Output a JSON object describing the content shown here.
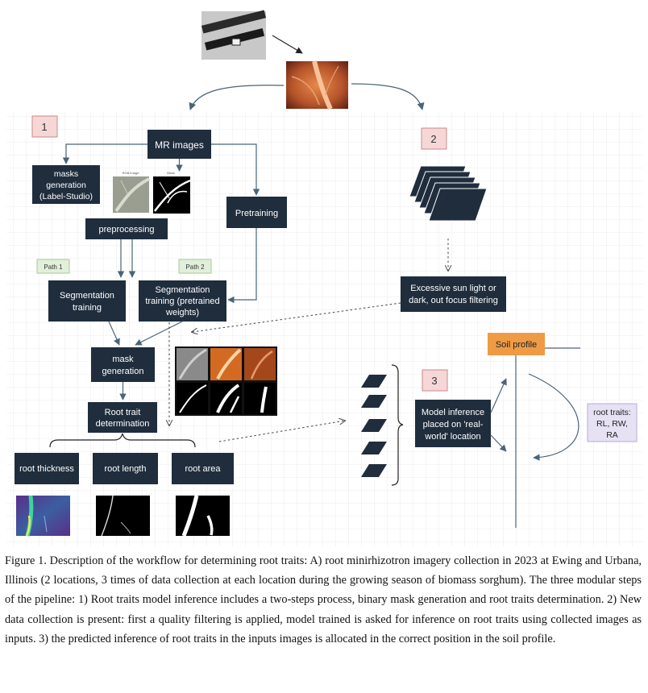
{
  "badges": {
    "step1": "1",
    "step2": "2",
    "step3": "3"
  },
  "path_labels": {
    "path1": "Path 1",
    "path2": "Path 2"
  },
  "boxes": {
    "mr_images": "MR images",
    "masks_line1": "masks",
    "masks_line2": "generation",
    "masks_line3": "(Label-Studio)",
    "preprocessing": "preprocessing",
    "pretraining": "Pretraining",
    "seg_train_line1": "Segmentation",
    "seg_train_line2": "training",
    "seg_pre_line1": "Segmentation",
    "seg_pre_line2": "training (pretrained",
    "seg_pre_line3": "weights)",
    "mask_gen_line1": "mask",
    "mask_gen_line2": "generation",
    "root_trait_line1": "Root trait",
    "root_trait_line2": "determination",
    "root_thickness": "root thickness",
    "root_length": "root length",
    "root_area": "root area",
    "filter_line1": "Excessive sun light or",
    "filter_line2": "dark, out focus filtering",
    "model_line1": "Model inference",
    "model_line2": "placed on 'real-",
    "model_line3": "world' location",
    "soil_profile": "Soil profile",
    "traits_line1": "root traits:",
    "traits_line2": "RL, RW,",
    "traits_line3": "RA"
  },
  "thumb_labels": {
    "rgb": "RGB image",
    "mask": "Mask"
  },
  "colors": {
    "dark_box": "#1f2d3d",
    "badge_fill": "#f6d7d7",
    "badge_border": "#c98a8a",
    "path_fill": "#e2efda",
    "path_border": "#a9c99a",
    "soil_fill": "#ef9b45",
    "traits_fill": "#e6e1f3",
    "grid_line": "#e6e6e6",
    "arrow": "#4a6478"
  },
  "caption": "Figure 1. Description of the workflow for determining root traits: A) root minirhizotron imagery collection in 2023 at Ewing and Urbana, Illinois (2 locations, 3 times of data collection at each location during the growing season of biomass sorghum). The three modular steps of the pipeline: 1) Root traits model inference includes a two-steps process, binary mask generation and root traits determination. 2) New data collection is present: first a quality filtering is applied, model trained is asked for inference on root traits using collected images as inputs. 3) the predicted inference of root traits in the inputs images is allocated in the correct position in the soil profile."
}
